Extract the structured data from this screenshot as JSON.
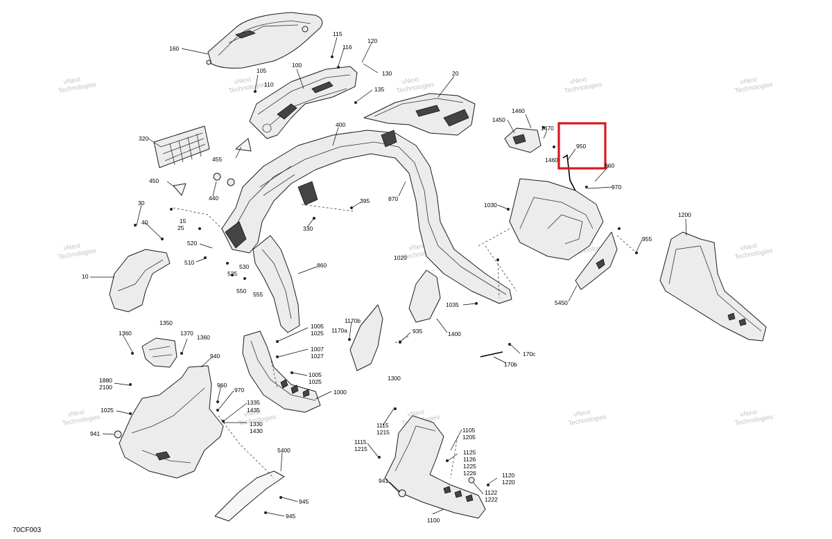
{
  "diagram_code": "70CF003",
  "watermark": [
    "vNext",
    "Technologies"
  ],
  "highlight_color": "#d71920",
  "labels": {
    "p160": "160",
    "p115": "115",
    "p116": "116",
    "p120": "120",
    "p130": "130",
    "p135": "135",
    "p105": "105",
    "p110": "110",
    "p100": "100",
    "p20": "20",
    "p320": "320",
    "p455": "455",
    "p400": "400",
    "p1460a": "1460",
    "p1450": "1450",
    "p1470": "1470",
    "p1460b": "1460",
    "p950": "950",
    "p960a": "960",
    "p970a": "970",
    "p450": "450",
    "p440": "440",
    "p395": "395",
    "p870": "870",
    "p1030": "1030",
    "p330": "330",
    "p30": "30",
    "p40": "40",
    "p15": "15",
    "p25": "25",
    "p955": "955",
    "p1200": "1200",
    "p520": "520",
    "p510": "510",
    "p530": "530",
    "p525": "525",
    "p860": "860",
    "p1020": "1020",
    "p10": "10",
    "p550": "550",
    "p555": "555",
    "p5450": "5450",
    "p1035": "1035",
    "p1400": "1400",
    "p1350": "1350",
    "p1360a": "1360",
    "p1370": "1370",
    "p1360b": "1360",
    "p1005a": "1005",
    "p1025a": "1025",
    "p1170b": "1170b",
    "p1170a": "1170a",
    "p935": "935",
    "p170c": "170c",
    "p170b": "170b",
    "p1007": "1007",
    "p1027": "1027",
    "p940": "940",
    "p1005b": "1005",
    "p1025b": "1025",
    "p1300": "1300",
    "p1880": "1880",
    "p2100": "2100",
    "p960b": "960",
    "p970b": "970",
    "p1000": "1000",
    "p1335": "1335",
    "p1435": "1435",
    "p1330": "1330",
    "p1430": "1430",
    "p1025c": "1025",
    "p941a": "941",
    "p1115a": "1115",
    "p1215a": "1215",
    "p1105": "1105",
    "p1205": "1205",
    "p1115b": "1115",
    "p1215b": "1215",
    "p5400": "5400",
    "p1125": "1125",
    "p1126": "1126",
    "p1225": "1225",
    "p1226": "1226",
    "p1120": "1120",
    "p1220": "1220",
    "p941b": "941",
    "p1122": "1122",
    "p1222": "1222",
    "p945a": "945",
    "p945b": "945",
    "p1100": "1100"
  }
}
